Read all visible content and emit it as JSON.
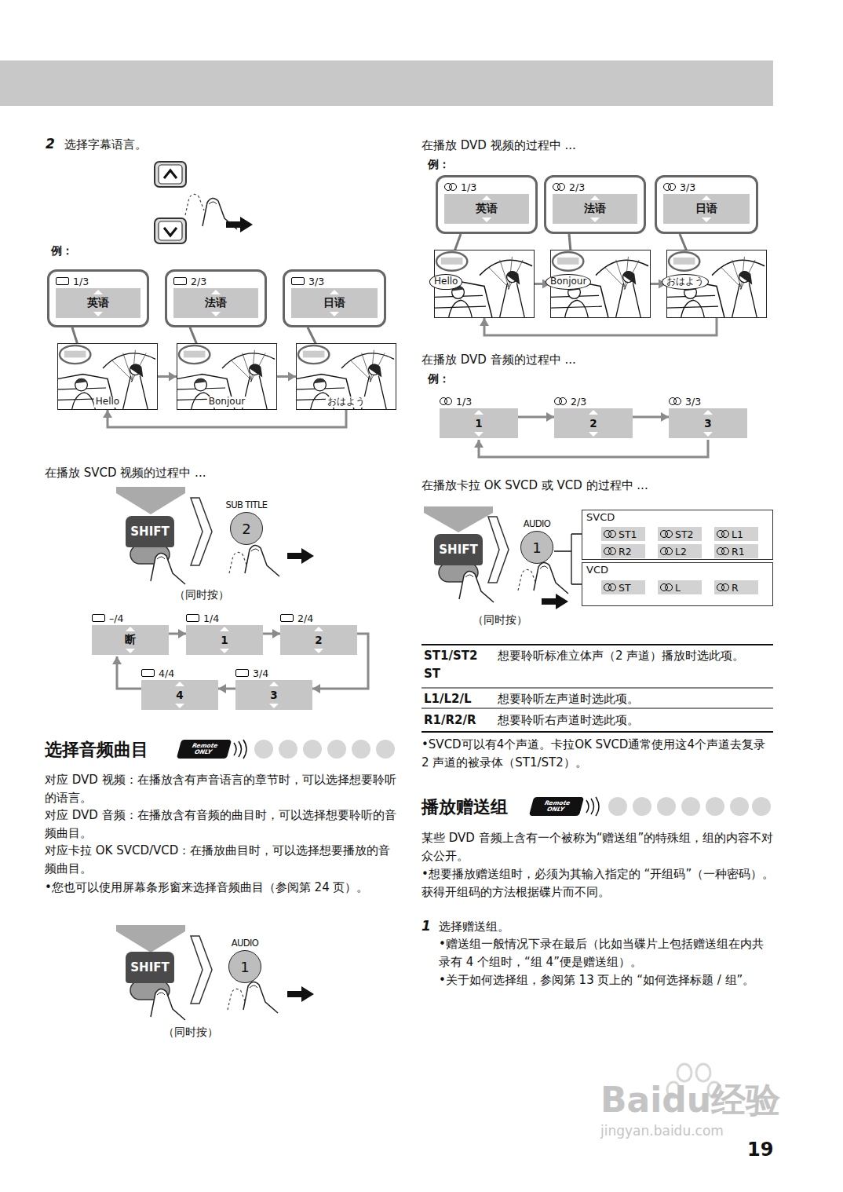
{
  "diagram": {
    "nodes": [
      {
        "text": [
          "1/3",
          "英语"
        ]
      },
      {
        "text": [
          "2/3",
          "法语"
        ]
      },
      {
        "text": [
          "3/3",
          "日语"
        ]
      },
      {
        "text": [
          "Hello"
        ]
      },
      {
        "text": [
          "Bonjour"
        ]
      },
      {
        "text": [
          "おはよう"
        ]
      },
      {
        "text": [
          "SHIFT"
        ]
      },
      {
        "text": [
          "SUB TITLE",
          "2"
        ]
      },
      {
        "text": [
          "–/4",
          "断"
        ]
      },
      {
        "text": [
          "1/4",
          "1"
        ]
      },
      {
        "text": [
          "2/4",
          "2"
        ]
      },
      {
        "text": [
          "4/4",
          "4"
        ]
      },
      {
        "text": [
          "3/4",
          "3"
        ]
      },
      {
        "text": [
          "Remote ONLY"
        ]
      },
      {
        "text": [
          "SHIFT"
        ]
      },
      {
        "text": [
          "AUDIO",
          "1"
        ]
      },
      {
        "text": [
          "1/3",
          "英语"
        ]
      },
      {
        "text": [
          "2/3",
          "法语"
        ]
      },
      {
        "text": [
          "3/3",
          "日语"
        ]
      },
      {
        "text": [
          "Hello"
        ]
      },
      {
        "text": [
          "Bonjour"
        ]
      },
      {
        "text": [
          "おはよう"
        ]
      },
      {
        "text": [
          "1/3",
          "1"
        ]
      },
      {
        "text": [
          "2/3",
          "2"
        ]
      },
      {
        "text": [
          "3/3",
          "3"
        ]
      },
      {
        "text": [
          "SHIFT"
        ]
      },
      {
        "text": [
          "AUDIO",
          "1"
        ]
      },
      {
        "text": [
          "SVCD"
        ]
      },
      {
        "text": [
          "ST1"
        ],
        "in": 27
      },
      {
        "text": [
          "ST2"
        ],
        "in": 27
      },
      {
        "text": [
          "L1"
        ],
        "in": 27
      },
      {
        "text": [
          "R2"
        ],
        "in": 27
      },
      {
        "text": [
          "L2"
        ],
        "in": 27
      },
      {
        "text": [
          "R1"
        ],
        "in": 27
      },
      {
        "text": [
          "VCD"
        ]
      },
      {
        "text": [
          "ST"
        ],
        "in": 34
      },
      {
        "text": [
          "L"
        ],
        "in": 34
      },
      {
        "text": [
          "R"
        ],
        "in": 34
      },
      {
        "text": [
          "Remote ONLY"
        ]
      }
    ],
    "edges": [
      {
        "from": 0,
        "to": 3,
        "arrow": "none"
      },
      {
        "from": 1,
        "to": 4,
        "arrow": "none"
      },
      {
        "from": 2,
        "to": 5,
        "arrow": "none"
      },
      {
        "from": 3,
        "to": 4,
        "arrow": "to"
      },
      {
        "from": 4,
        "to": 5,
        "arrow": "to"
      },
      {
        "from": 5,
        "to": 3,
        "arrow": "to"
      },
      {
        "from": 8,
        "to": 9,
        "arrow": "to"
      },
      {
        "from": 9,
        "to": 10,
        "arrow": "to"
      },
      {
        "from": 10,
        "to": 12,
        "arrow": "to"
      },
      {
        "from": 12,
        "to": 11,
        "arrow": "to"
      },
      {
        "from": 11,
        "to": 8,
        "arrow": "to"
      },
      {
        "from": 16,
        "to": 19,
        "arrow": "none"
      },
      {
        "from": 17,
        "to": 20,
        "arrow": "none"
      },
      {
        "from": 18,
        "to": 21,
        "arrow": "none"
      },
      {
        "from": 19,
        "to": 20,
        "arrow": "to"
      },
      {
        "from": 20,
        "to": 21,
        "arrow": "to"
      },
      {
        "from": 21,
        "to": 19,
        "arrow": "to"
      },
      {
        "from": 22,
        "to": 23,
        "arrow": "to"
      },
      {
        "from": 23,
        "to": 24,
        "arrow": "to"
      },
      {
        "from": 24,
        "to": 22,
        "arrow": "to"
      },
      {
        "from": 28,
        "to": 29,
        "arrow": "to"
      },
      {
        "from": 29,
        "to": 30,
        "arrow": "to"
      },
      {
        "from": 30,
        "to": 33,
        "arrow": "to"
      },
      {
        "from": 33,
        "to": 32,
        "arrow": "to"
      },
      {
        "from": 32,
        "to": 31,
        "arrow": "to"
      },
      {
        "from": 31,
        "to": 28,
        "arrow": "to"
      },
      {
        "from": 35,
        "to": 36,
        "arrow": "to"
      },
      {
        "from": 36,
        "to": 37,
        "arrow": "to"
      },
      {
        "from": 37,
        "to": 35,
        "arrow": "to"
      }
    ],
    "labels": [
      "2",
      "选择字幕语言。",
      "例：",
      "在播放 SVCD 视频的过程中 ...",
      "（同时按）",
      "选择音频曲目",
      "对应 DVD 视频：在播放含有声音语言的章节时，可以选择想要聆听的语言。",
      "对应 DVD 音频：在播放含有音频的曲目时，可以选择想要聆听的音频曲目。",
      "对应卡拉 OK SVCD/VCD：在播放曲目时，可以选择想要播放的音频曲目。",
      "•您也可以使用屏幕条形窗来选择音频曲目（参阅第 24 页）。",
      "（同时按）",
      "在播放 DVD 视频的过程中 ...",
      "例：",
      "在播放 DVD 音频的过程中 ...",
      "例：",
      "在播放卡拉 OK SVCD 或 VCD 的过程中 ...",
      "（同时按）",
      "ST1/ST2 ST",
      "想要聆听标准立体声（2 声道）播放时选此项。",
      "L1/L2/L",
      "想要聆听左声道时选此项。",
      "R1/R2/R",
      "想要聆听右声道时选此项。",
      "•SVCD可以有4个声道。卡拉OK SVCD通常使用这4个声道去复录 2 声道的被录体（ST1/ST2）。",
      "播放赠送组",
      "某些 DVD 音频上含有一个被称为“赠送组”的特殊组，组的内容不对众公开。",
      "•想要播放赠送组时，必须为其输入指定的 “开组码”（一种密码）。获得开组码的方法根据碟片而不同。",
      "1",
      "选择赠送组。",
      "•赠送组一般情况下录在最后（比如当碟片上包括赠送组在内共录有 4 个组时，“组 4”便是赠送组）。",
      "•关于如何选择组，参阅第 13 页上的 “如何选择标题 / 组”。",
      "19",
      "Baidu经验",
      "jingyan.baidu.com"
    ]
  }
}
